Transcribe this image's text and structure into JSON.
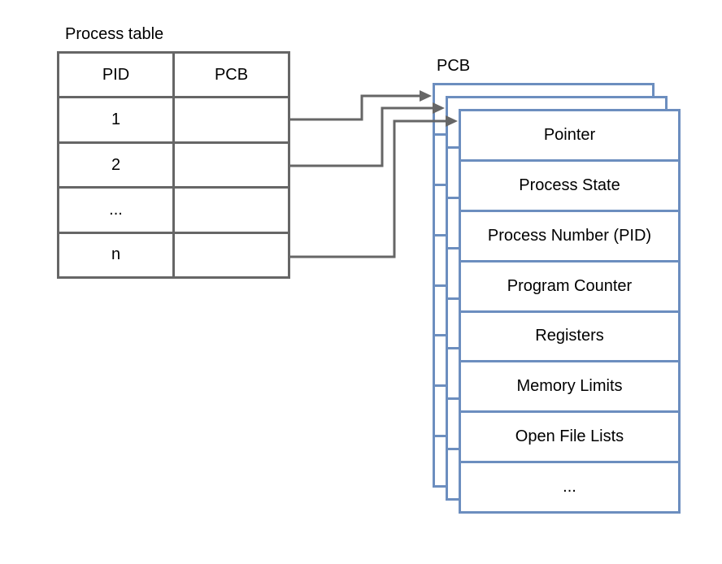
{
  "colors": {
    "table_border": "#666666",
    "arrow": "#666666",
    "pcb_border": "#6c8ebf",
    "text": "#000000",
    "bg": "#ffffff"
  },
  "process_table": {
    "title": "Process table",
    "headers": [
      "PID",
      "PCB"
    ],
    "rows": [
      {
        "pid": "1",
        "pcb": ""
      },
      {
        "pid": "2",
        "pcb": ""
      },
      {
        "pid": "...",
        "pcb": ""
      },
      {
        "pid": "n",
        "pcb": ""
      }
    ]
  },
  "pcb": {
    "title": "PCB",
    "stack_count": 3,
    "rows": [
      "Pointer",
      "Process State",
      "Process Number (PID)",
      "Program Counter",
      "Registers",
      "Memory Limits",
      "Open File Lists",
      "..."
    ]
  },
  "arrows": [
    {
      "from": "process-table-row-1",
      "to": "pcb-stack-layer-back"
    },
    {
      "from": "process-table-row-2",
      "to": "pcb-stack-layer-middle"
    },
    {
      "from": "process-table-row-n",
      "to": "pcb-stack-layer-front"
    }
  ]
}
